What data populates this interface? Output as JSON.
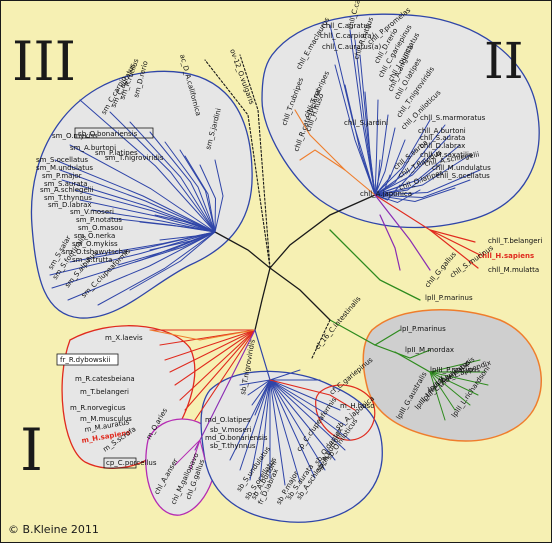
{
  "background": "#f6f0b3",
  "colors": {
    "frame": "#1a1a1a",
    "blue": "#2f45a8",
    "red": "#e02a1e",
    "orange": "#ef7d2c",
    "green": "#2e8b1e",
    "purple": "#8a2bb3",
    "magenta": "#b52bb3",
    "grey_fill": "#e6e6e6",
    "dark_grey_fill": "#cfcfcf",
    "highlight": "#e02a1e"
  },
  "roman": {
    "I": "I",
    "II": "II",
    "III": "III"
  },
  "copyright": "© B.Kleine 2011",
  "labels": {
    "clade_II": [
      "chll_C.auratus",
      "chll_C.carpio",
      "chll_C.carpio(a)",
      "chll_C.auratus(a)",
      "chll_P.promelas",
      "chll_R.rutilus",
      "chll_D.rerio",
      "chll_E.maclaurus",
      "chll_C.gariepinus",
      "chll_I.punctatus",
      "chll_S.jardini",
      "chll_T.rubripes",
      "chll_A.anguilla",
      "chll_O.latipes",
      "chll_T.nigroviridis",
      "chll_O.niloticus",
      "chll_D.labrax",
      "chll_S.aurata",
      "chll_A.burtoni",
      "chll_S.marmoratus",
      "chll_M.saxatilis",
      "chll_A.schlegelii",
      "chll_M.undulatus",
      "chll_S.ocellatus",
      "chll_S.sarba",
      "chll_T.flavidus",
      "chll_O.latipes",
      "chll_A.japonica",
      "chll_T.rubripes",
      "chll_H.huso",
      "chll_R.catesbeiana",
      "chll_T.belangeri",
      "chll_H.sapiens",
      "chll_M.mulatta",
      "chll_S.murinus",
      "chll_G.gallus",
      "lpll_P.marinus"
    ],
    "clade_III": [
      "sm_D.rerio",
      "sm_R.rutilus",
      "sm_C.auratus",
      "sm_C.carpio",
      "sm_S.jardini",
      "sb_O.bonariensis",
      "sm_O.mykiss",
      "sm_P.latipes",
      "sm_T.nigroviridis",
      "sm_A.burtoni",
      "sm_S.ocellatus",
      "sm_M.undulatus",
      "sm_P.major",
      "sm_S.aurata",
      "sm_A.schlegelii",
      "sm_T.thynnus",
      "sm_D.labrax",
      "sm_V.moseri",
      "sm_P.notatus",
      "sm_O.masou",
      "sm_O.nerka",
      "sm_O.mykiss",
      "sm_O.tshawytscha",
      "sm_S.trutta",
      "sm_S.salar",
      "sm_S.fontinalis",
      "sm_S.alpinus",
      "sm_C.clupeaformis",
      "ac_D_A.californica",
      "ov-12_O.vulgaris"
    ],
    "clade_I": [
      "m_X.laevis",
      "fr_R.dybowskii",
      "m_R.catesbeiana",
      "m_T.belangeri",
      "m_R.norvegicus",
      "m_M.musculus",
      "m_M.auratus",
      "m_H.sapiens",
      "m_S.scrofa",
      "m_O.aries",
      "cp_C.porcellus",
      "chl_A.anser",
      "chl_M.gallopavo",
      "chl_G.gallus",
      "sb_T.nigroviridis",
      "md_O.latipes",
      "sb_V.moseri",
      "md_O.bonariensis",
      "sb_T.thynnus",
      "sb_S.undulatus",
      "sb_S.ocellatus",
      "sb_A.burtoni",
      "fr_D.labrax",
      "sb_P.major",
      "sb_S.aurata",
      "sb_A.schlegelii",
      "sb_O.dentex",
      "sb_O.niloticus",
      "sb_A.burtoni",
      "cp_C.clupeaformis",
      "sb_A.japonica",
      "m_H.huso",
      "cf_C.gariepinus",
      "cl_16_C.intestinalis"
    ],
    "lp": [
      "lpI_P.marinus",
      "lpII_M.mordax",
      "lpIII_P.marinus",
      "lpIII_L.appendix",
      "lpIII_L.unicuspis",
      "lpIII_L.tridentatus",
      "lpIII_I.fossor",
      "lpIII_L.richardsoni",
      "lpIII_G.australis"
    ]
  }
}
